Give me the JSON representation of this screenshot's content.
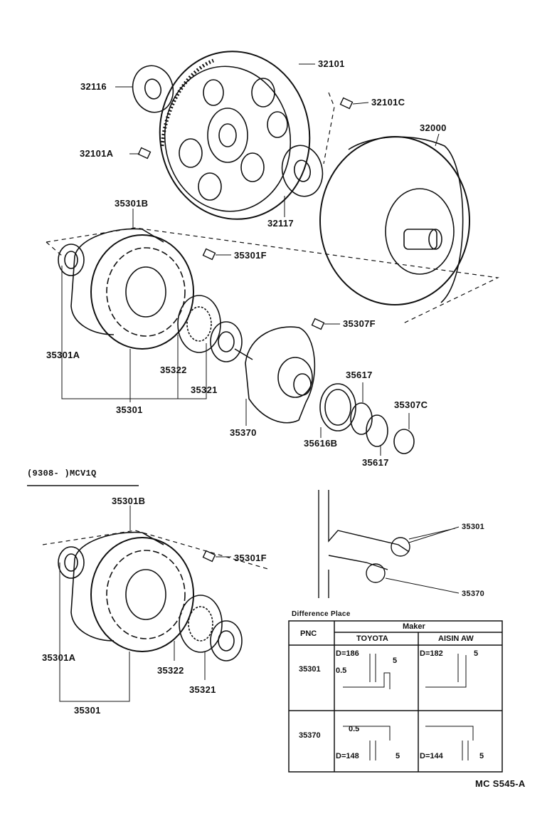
{
  "callouts": {
    "c32101": "32101",
    "c32116": "32116",
    "c32101C": "32101C",
    "c32000": "32000",
    "c32101A": "32101A",
    "c32117": "32117",
    "c35301B": "35301B",
    "c35301F": "35301F",
    "c35307F": "35307F",
    "c35301A": "35301A",
    "c35322": "35322",
    "c35321": "35321",
    "c35301": "35301",
    "c35617a": "35617",
    "c35307C": "35307C",
    "c35370": "35370",
    "c35616B": "35616B",
    "c35617b": "35617"
  },
  "variant_header": "(9308-      )MCV1Q",
  "lower_callouts": {
    "c35301B": "35301B",
    "c35301F": "35301F",
    "c35301A": "35301A",
    "c35322": "35322",
    "c35321": "35321",
    "c35301": "35301"
  },
  "detail_callouts": {
    "c35301": "35301",
    "c35370": "35370"
  },
  "table": {
    "caption": "Difference Place",
    "col_pnc": "PNC",
    "col_maker": "Maker",
    "col_toyota": "TOYOTA",
    "col_aisin": "AISIN AW",
    "row1_pnc": "35301",
    "row2_pnc": "35370",
    "toyota_d1": "D=186",
    "toyota_gap1": "0.5",
    "toyota_w1": "5",
    "aisin_d1": "D=182",
    "aisin_w1": "5",
    "toyota_gap2": "0.5",
    "toyota_d2": "D=148",
    "toyota_w2": "5",
    "aisin_d2": "D=144",
    "aisin_w2": "5"
  },
  "figure_code": "MC  S545-A"
}
